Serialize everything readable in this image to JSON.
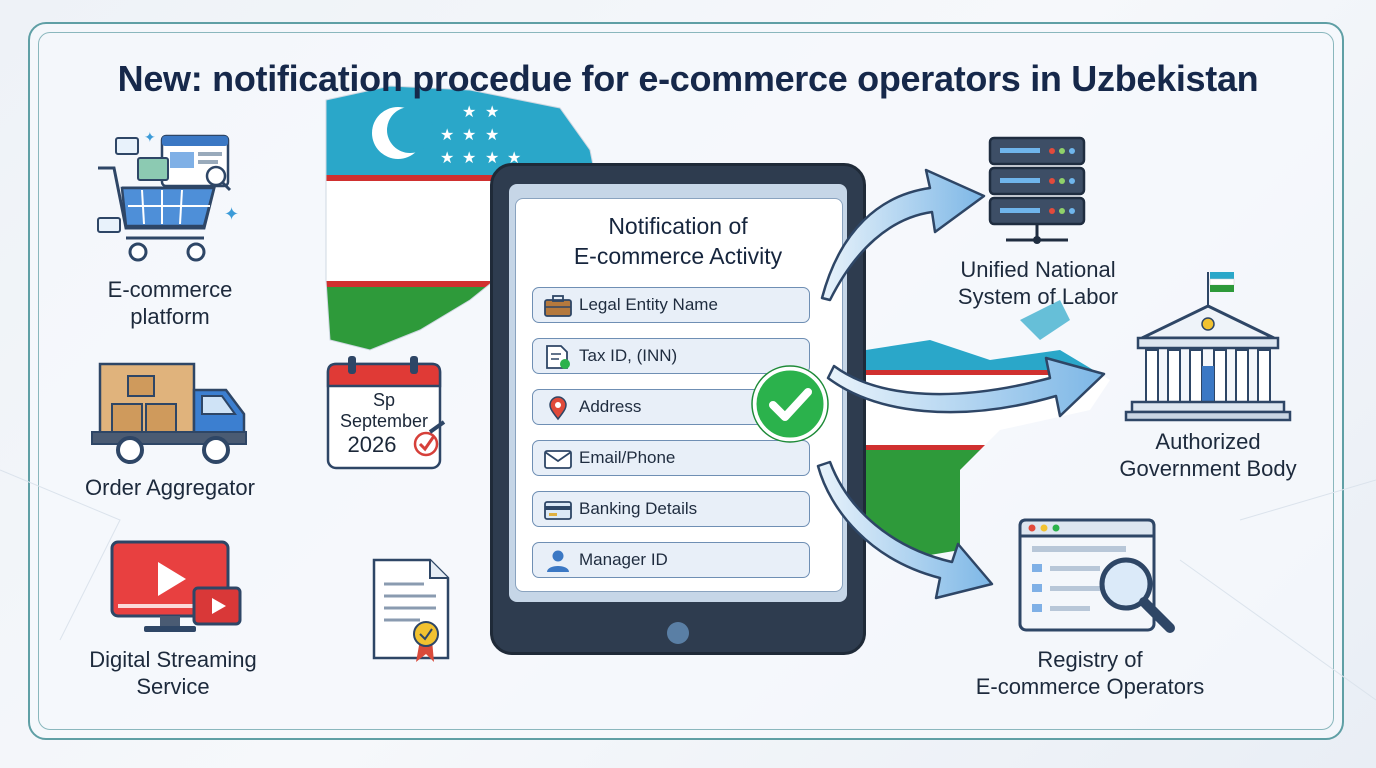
{
  "title": "New: notification procedue for e-commerce operators in Uzbekistan",
  "left_items": [
    {
      "label_line1": "E-commerce",
      "label_line2": "platform",
      "icon": "shopping-cart-icon"
    },
    {
      "label_line1": "Order Aggregator",
      "label_line2": "",
      "icon": "delivery-truck-icon"
    },
    {
      "label_line1": "Digital Streaming",
      "label_line2": "Service",
      "icon": "streaming-monitor-icon"
    }
  ],
  "calendar": {
    "line1": "Sp",
    "line2": "September",
    "line3": "2026"
  },
  "form": {
    "title_line1": "Notification of",
    "title_line2": "E-commerce Activity",
    "fields": [
      {
        "label": "Legal Entity Name",
        "icon": "briefcase-icon"
      },
      {
        "label": "Tax ID, (INN)",
        "icon": "document-check-icon"
      },
      {
        "label": "Address",
        "icon": "location-pin-icon"
      },
      {
        "label": "Email/Phone",
        "icon": "envelope-icon"
      },
      {
        "label": "Banking Details",
        "icon": "credit-card-icon"
      },
      {
        "label": "Manager ID",
        "icon": "user-icon"
      }
    ]
  },
  "right_items": [
    {
      "label_line1": "Unified National",
      "label_line2": "System of Labor",
      "icon": "server-stack-icon"
    },
    {
      "label_line1": "Authorized",
      "label_line2": "Government Body",
      "icon": "government-building-icon"
    },
    {
      "label_line1": "Registry of",
      "label_line2": "E-commerce Operators",
      "icon": "registry-search-icon"
    }
  ],
  "colors": {
    "title": "#16284a",
    "frame": "#5f9fa5",
    "check": "#2bb24c",
    "flag_blue": "#2aa7c9",
    "flag_green": "#2e9a3a",
    "flag_red": "#d0302f"
  }
}
